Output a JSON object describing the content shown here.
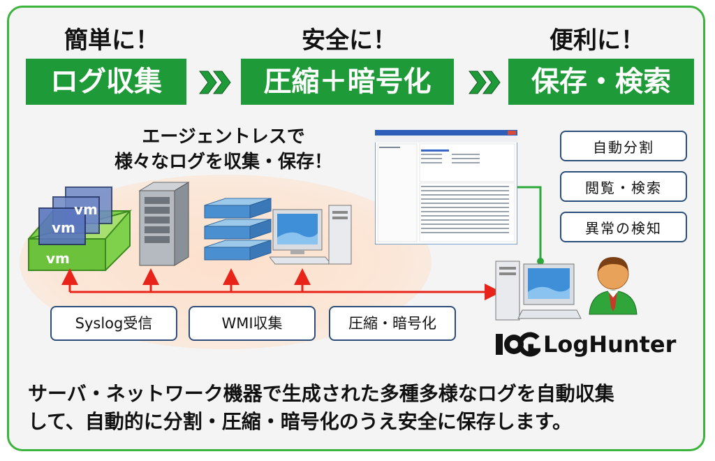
{
  "steps": [
    {
      "title": "簡単に！",
      "label": "ログ収集"
    },
    {
      "title": "安全に！",
      "label": "圧縮＋暗号化"
    },
    {
      "title": "便利に！",
      "label": "保存・検索"
    }
  ],
  "agentless": {
    "line1": "エージェントレスで",
    "line2": "様々なログを収集・保存！"
  },
  "vm_labels": [
    "vm",
    "vm",
    "vm"
  ],
  "features": [
    "自動分割",
    "閲覧・検索",
    "異常の検知"
  ],
  "capabilities": [
    "Syslog受信",
    "WMI収集",
    "圧縮・暗号化"
  ],
  "brand": "LogHunter",
  "bottom": {
    "line1": "サーバ・ネットワーク機器で生成された多種多様なログを自動収集",
    "line2": "して、自動的に分割・圧縮・暗号化のうえ安全に保存します。"
  },
  "colors": {
    "green": "#1f9a38",
    "border": "#3cb43c",
    "arrow_red": "#e8231a",
    "button_border": "#2c4d7a"
  }
}
